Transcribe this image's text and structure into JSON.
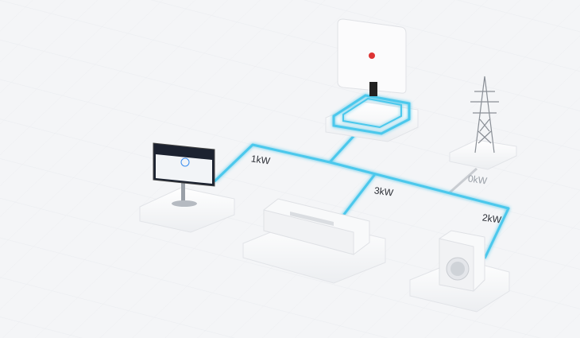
{
  "flows": {
    "monitor": "1kW",
    "air_conditioner": "3kW",
    "grid": "0kW",
    "washing_machine": "2kW"
  },
  "colors": {
    "active_line": "#4cc8ec",
    "inactive_line": "#c9ccd1",
    "background": "#f4f5f7"
  }
}
